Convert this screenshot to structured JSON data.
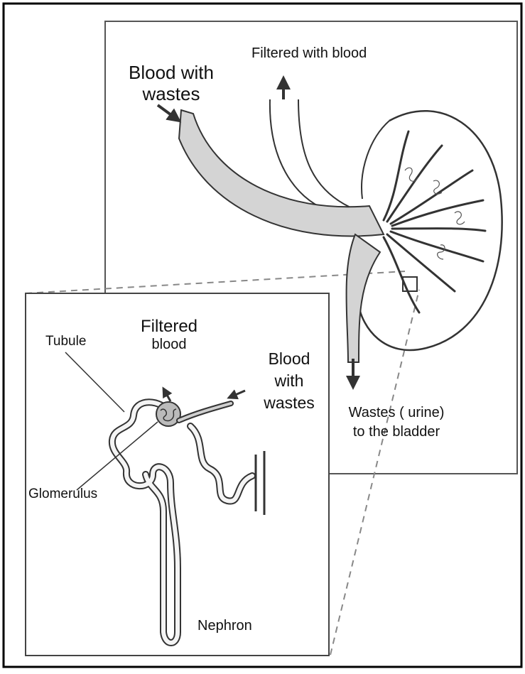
{
  "kidney_diagram": {
    "labels": {
      "blood_in_line1": "Blood with",
      "blood_in_line2": "wastes",
      "filtered_out": "Filtered with blood",
      "wastes_line1": "Wastes ( urine)",
      "wastes_line2": "to the bladder"
    }
  },
  "nephron_inset": {
    "labels": {
      "tubule": "Tubule",
      "filtered_line1": "Filtered",
      "filtered_line2": "blood",
      "blood_line1": "Blood",
      "blood_line2": "with",
      "blood_line3": "wastes",
      "glomerulus": "Glomerulus",
      "nephron": "Nephron"
    }
  },
  "colors": {
    "frame": "#000000",
    "line": "#333333",
    "vessel_fill": "#d4d4d4",
    "dashed_connector": "#888888"
  }
}
